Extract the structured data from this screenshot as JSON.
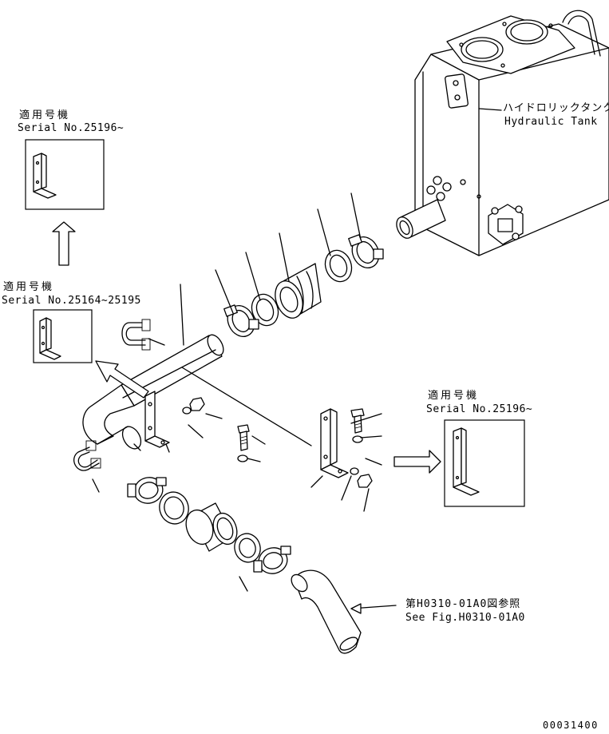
{
  "drawing_number": "00031400",
  "inset_top": {
    "applicable_label": "適用号機",
    "serial": "Serial No.25196~"
  },
  "inset_middle": {
    "applicable_label": "適用号機",
    "serial": "Serial No.25164~25195"
  },
  "inset_right": {
    "applicable_label": "適用号機",
    "serial": "Serial No.25196~"
  },
  "tank_label": {
    "jp": "ハイドロリックタンク",
    "en": "Hydraulic Tank"
  },
  "figure_ref": {
    "jp": "第H0310-01A0図参照",
    "en": "See Fig.H0310-01A0"
  }
}
